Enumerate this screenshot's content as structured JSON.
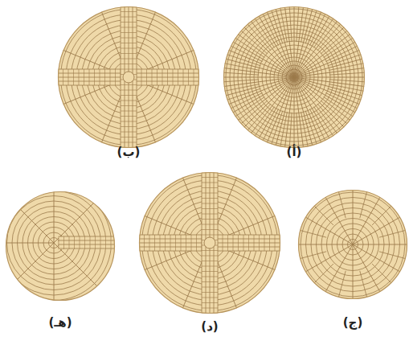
{
  "diagram": {
    "labels": [
      "(ب)",
      "(أ)",
      "(هـ)",
      "(د)",
      "(ج)"
    ]
  }
}
